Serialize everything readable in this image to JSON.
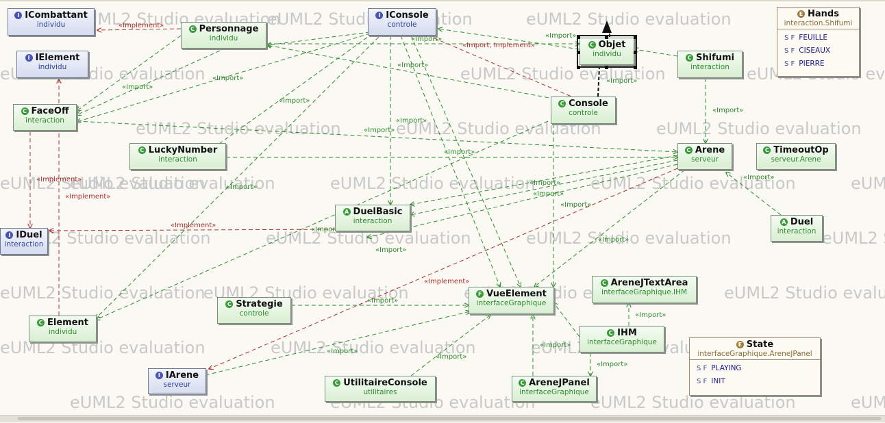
{
  "watermark": "eUML2 Studio evaluation",
  "stereotypes": {
    "import": "«Import»",
    "implement": "«Implement»",
    "import_implement": "«Import, Implement»"
  },
  "nodes": {
    "icombattant": {
      "name": "ICombattant",
      "pkg": "individu",
      "kind": "interface"
    },
    "personnage": {
      "name": "Personnage",
      "pkg": "individu",
      "kind": "class"
    },
    "iconsole": {
      "name": "IConsole",
      "pkg": "controle",
      "kind": "interface"
    },
    "objet": {
      "name": "Objet",
      "pkg": "individu",
      "kind": "class"
    },
    "hands": {
      "name": "Hands",
      "pkg": "interaction.Shifumi",
      "kind": "enum",
      "literals": [
        "FEUILLE",
        "CISEAUX",
        "PIERRE"
      ]
    },
    "ielement": {
      "name": "IElement",
      "pkg": "individu",
      "kind": "interface"
    },
    "shifumi": {
      "name": "Shifumi",
      "pkg": "interaction",
      "kind": "class"
    },
    "faceoff": {
      "name": "FaceOff",
      "pkg": "interaction",
      "kind": "class"
    },
    "console": {
      "name": "Console",
      "pkg": "controle",
      "kind": "class"
    },
    "luckynumber": {
      "name": "LuckyNumber",
      "pkg": "interaction",
      "kind": "class"
    },
    "arene": {
      "name": "Arene",
      "pkg": "serveur",
      "kind": "class"
    },
    "timeoutop": {
      "name": "TimeoutOp",
      "pkg": "serveur.Arene",
      "kind": "class"
    },
    "duelbasic": {
      "name": "DuelBasic",
      "pkg": "interaction",
      "kind": "class"
    },
    "duel": {
      "name": "Duel",
      "pkg": "interaction",
      "kind": "class"
    },
    "iduel": {
      "name": "IDuel",
      "pkg": "interaction",
      "kind": "interface"
    },
    "arenejtextarea": {
      "name": "AreneJTextArea",
      "pkg": "interfaceGraphique.IHM",
      "kind": "class"
    },
    "vueelement": {
      "name": "VueElement",
      "pkg": "interfaceGraphique",
      "kind": "class"
    },
    "strategie": {
      "name": "Strategie",
      "pkg": "controle",
      "kind": "class"
    },
    "element": {
      "name": "Element",
      "pkg": "individu",
      "kind": "class"
    },
    "ihm": {
      "name": "IHM",
      "pkg": "interfaceGraphique",
      "kind": "class"
    },
    "state": {
      "name": "State",
      "pkg": "interfaceGraphique.AreneJPanel",
      "kind": "enum",
      "literals": [
        "PLAYING",
        "INIT"
      ]
    },
    "iarene": {
      "name": "IArene",
      "pkg": "serveur",
      "kind": "interface"
    },
    "utilitaireconsole": {
      "name": "UtilitaireConsole",
      "pkg": "utilitaires",
      "kind": "class"
    },
    "arenejpanel": {
      "name": "AreneJPanel",
      "pkg": "interfaceGraphique",
      "kind": "class"
    }
  },
  "colors": {
    "import": "#2e8b2e",
    "implement": "#b03030",
    "generalization": "#111111",
    "watermark": "#c9c9c9"
  }
}
